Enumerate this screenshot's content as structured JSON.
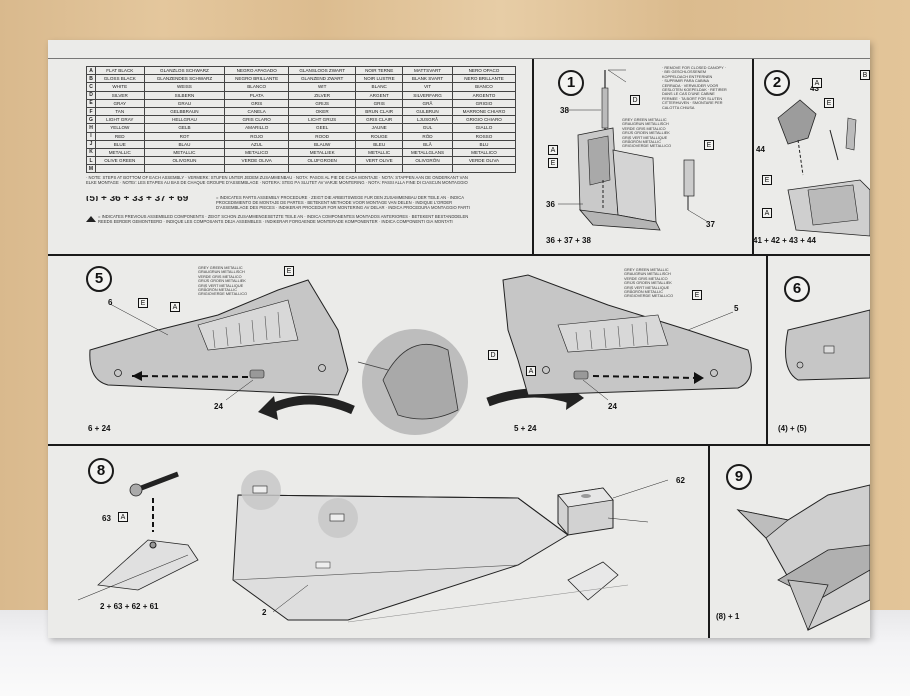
{
  "colour_table": {
    "rows": [
      {
        "letter": "A",
        "cells": [
          "FLAT BLACK",
          "GLANZLOS SCHWARZ",
          "NEGRO APAGADO",
          "GLANSLOOS ZWART",
          "NOIR TERNE",
          "MATTSVART",
          "NERO OPACO"
        ]
      },
      {
        "letter": "B",
        "cells": [
          "GLOSS BLACK",
          "GLANZENDES SCHWARZ",
          "NEGRO BRILLANTE",
          "GLANZEND ZWART",
          "NOIR LUSTRE",
          "BLANK SVART",
          "NERO BRILLANTE"
        ]
      },
      {
        "letter": "C",
        "cells": [
          "WHITE",
          "WEISS",
          "BLANCO",
          "WIT",
          "BLANC",
          "VIT",
          "BIANCO"
        ]
      },
      {
        "letter": "D",
        "cells": [
          "SILVER",
          "SILBERN",
          "PLATA",
          "ZILVER",
          "ARGENT",
          "SILVERFARG",
          "ARGENTO"
        ]
      },
      {
        "letter": "E",
        "cells": [
          "GRAY",
          "GRAU",
          "GRIS",
          "GRIJS",
          "GRIS",
          "GRÅ",
          "GRIGIO"
        ]
      },
      {
        "letter": "F",
        "cells": [
          "TAN",
          "GELBBRAUN",
          "CANELA",
          "OKER",
          "BRUN CLAIR",
          "GULBRUN",
          "MARRONE CHIARO"
        ]
      },
      {
        "letter": "G",
        "cells": [
          "LIGHT GRAY",
          "HELLGRAU",
          "GRIS CLARO",
          "LICHT GRIJS",
          "GRIS CLAIR",
          "LJUSGRÅ",
          "GRIGIO CHIARO"
        ]
      },
      {
        "letter": "H",
        "cells": [
          "YELLOW",
          "GELB",
          "AMARILLO",
          "GEEL",
          "JAUNE",
          "GUL",
          "GIALLO"
        ]
      },
      {
        "letter": "I",
        "cells": [
          "RED",
          "ROT",
          "ROJO",
          "ROOD",
          "ROUGE",
          "RÖD",
          "ROSSO"
        ]
      },
      {
        "letter": "J",
        "cells": [
          "BLUE",
          "BLAU",
          "AZUL",
          "BLAUW",
          "BLEU",
          "BLÅ",
          "BLU"
        ]
      },
      {
        "letter": "K",
        "cells": [
          "METALLIC",
          "METALLIC",
          "METALICO",
          "METALLIEK",
          "METALLIC",
          "METALLGLANS",
          "METALLICO"
        ]
      },
      {
        "letter": "L",
        "cells": [
          "OLIVE GREEN",
          "OLIVGRUN",
          "VERDE OLIVA",
          "OLIJFGROEN",
          "VERT OLIVE",
          "OLIVGRÖN",
          "VERDE OLIVA"
        ]
      },
      {
        "letter": "M",
        "cells": [
          "",
          "",
          "",
          "",
          "",
          "",
          ""
        ]
      }
    ]
  },
  "notes": {
    "steps_note": "· NOTE: STEPS AT BOTTOM OF EACH ASSEMBLY · VERMERK: STUFEN UNTER JEDEM ZUSAMMENBAU · NOTA: PASOS AL PIE DE CADA MONTAJE · NOTA: STAPPEN AAN DE ONDERKANT VAN",
    "steps_note_2": "ELKE MONTAGE · NOTEr: LES ETAPES AU BAS DE CHAQUE GROUPE D'ASSEMBLAGE · NOTERA: STEG PÅ SLUTET AV VARJE MONTERING · NOTA: PASSI ALLA FINE DI CIASCUN MONTAGGIO",
    "formula_example": "(5) + 36 + 33 + 37 + 69",
    "procedure_note": "= INDICATES PARTS ASSEMBLY PROCEDURE · ZEIGT DIE ARBEITSWEGE FÜR DEN ZUSAMMENBAU DER TEILE AN · INDICA",
    "procedure_note_2": "PROCEDIMIENTO DE MONTAJE DE PARTES · BETEKENT METHODE VOOR MONTAGE VAN DELEN · INDIQUE L'ORDER",
    "procedure_note_3": "D'ASSEMBLAGE DES PIECES · INDIKERAR PROCEDUR FÖR MONTERING AV DELAR · INDICA PROCEDURA MONTAGGIO PARTI",
    "previous_note": "= INDICATES PREVIOUS ASSEMBLED COMPONENTS · ZEIGT SCHON ZUSAMMENGESETZTE TEILE AN · INDICA COMPONENTES MONTADOS ANTERIORES · BETEKENT BESTANDDELEN",
    "previous_note_2": "REEDS EERDER GEMONTEERD · INDIQUE LES COMPOSANTS DÉJÀ ASSEMBLÉS · INDIKERAR FÖRGÅENDE MONTERADE KOMPONENTER · INDICA COMPONENTI GIÀ MONTATI"
  },
  "steps": {
    "step1": {
      "number": "1",
      "formula": "36 + 37 + 38",
      "parts": [
        "38",
        "36",
        "37"
      ],
      "boxes": [
        "D",
        "A",
        "E",
        "E"
      ],
      "note_text": [
        "· REMOVE FOR CLOSED CANOPY ·",
        "· BEI GESCHLOSSENEM",
        "KOPPELDACH ENTFERNEN",
        "· SUPRIMIR PARA CABINA",
        "CERRADA · VERWIJDER VOOR",
        "GESLOTEN KOEPELDAK · RETIRER",
        "DANS LE CAS D'UNE CABINE",
        "FERMEE · TA BORT FÖR SLUTEN",
        "CITTERHUVEN · SMONTARE PER",
        "CALOTTA CHIUSA"
      ],
      "paint_text": [
        "GREY GREEN METALLIC",
        "GRAUGRUN METALLISCH",
        "VERDE GRIS METALICO",
        "GRIJS GROEN METALLIEK",
        "GRIS VERT METALLIQUE",
        "GRÅGRÖN METALLIC",
        "GRIGIOVERDE METALLICO"
      ]
    },
    "step2": {
      "number": "2",
      "formula": "41 + 42 + 43 + 44",
      "parts": [
        "43",
        "44"
      ],
      "boxes": [
        "A",
        "E",
        "E",
        "A",
        "B"
      ]
    },
    "step5": {
      "number": "5",
      "left_formula": "6 + 24",
      "right_formula": "5 + 24",
      "parts": [
        "6",
        "24",
        "5",
        "24"
      ],
      "boxes_left": [
        "E",
        "A"
      ],
      "boxes_right": [
        "E",
        "D",
        "A"
      ],
      "paint_text": [
        "GREY GREEN METALLIC",
        "GRAUGRUN METALLISCH",
        "VERDE GRIS METALICO",
        "GRIJS GROEN METALLIEK",
        "GRIS VERT METALLIQUE",
        "GRÅGRÖN METALLIC",
        "GRIGIOVERDE METALLICO"
      ]
    },
    "step6": {
      "number": "6",
      "formula": "(4) + (5)"
    },
    "step8": {
      "number": "8",
      "formula": "2 + 63 + 62 + 61",
      "parts": [
        "63",
        "62",
        "2"
      ],
      "boxes": [
        "A"
      ]
    },
    "step9": {
      "number": "9",
      "formula": "(8) + 1"
    }
  },
  "colors": {
    "sheet": "#ebebe9",
    "ink": "#1a1a1a",
    "part_fill": "#c6c6c6",
    "highlight": "#bdbdbd",
    "wood": "#ddbf93"
  }
}
